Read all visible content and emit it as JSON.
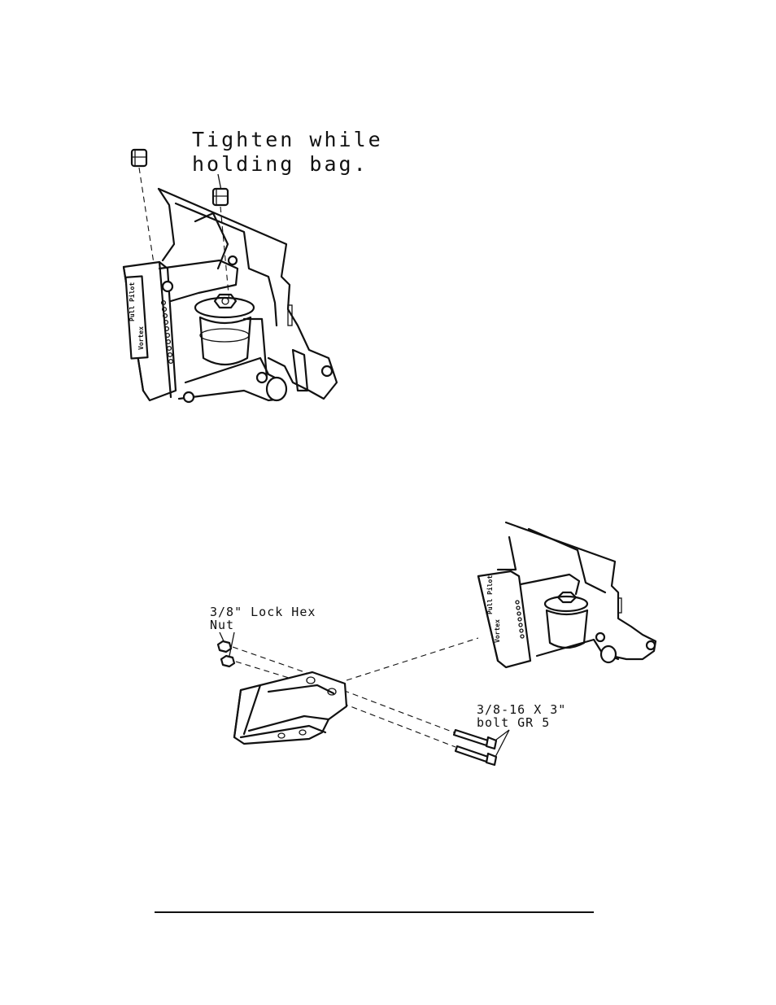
{
  "figure1": {
    "callout": [
      "Tighten while",
      "holding bag."
    ],
    "decal_text": [
      "Pull Pilot",
      "Vortex"
    ]
  },
  "figure2": {
    "nut_callout": [
      "3/8\" Lock Hex",
      "Nut"
    ],
    "bolt_callout": [
      "3/8-16 X 3\"",
      "bolt GR 5"
    ],
    "decal_text": [
      "Pull Pilot",
      "Vortex"
    ]
  }
}
